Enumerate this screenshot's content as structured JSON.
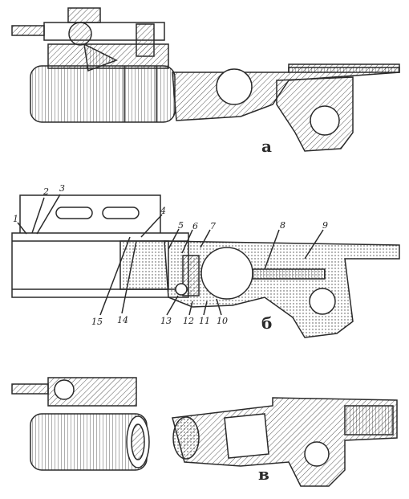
{
  "figures": [
    {
      "caption": "а"
    },
    {
      "caption": "б"
    },
    {
      "caption": "в"
    }
  ],
  "callouts": [
    "1",
    "2",
    "3",
    "4",
    "5",
    "6",
    "7",
    "8",
    "9",
    "10",
    "11",
    "12",
    "13",
    "14",
    "15"
  ],
  "colors": {
    "ink": "#2a2a2a",
    "paper": "#ffffff",
    "hatch": "#555555"
  }
}
